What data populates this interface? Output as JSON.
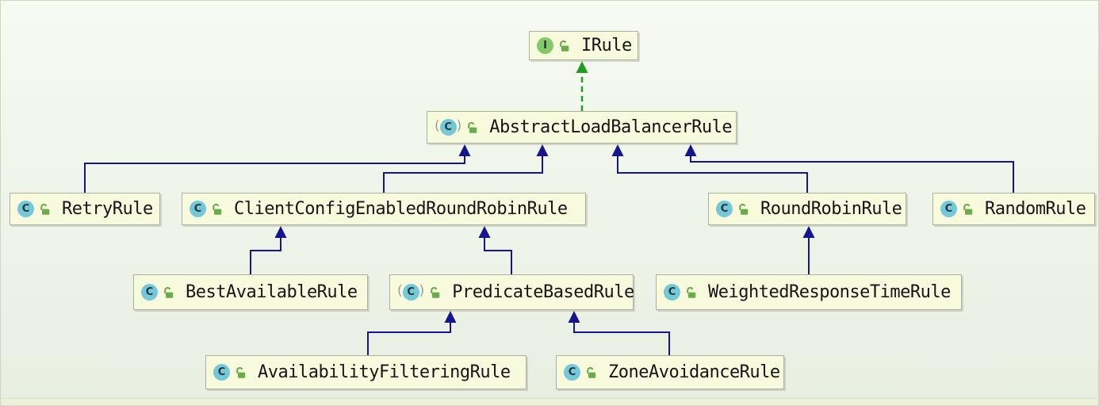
{
  "diagram": {
    "nodes": [
      {
        "id": "IRule",
        "label": "IRule",
        "kind": "interface",
        "modifier_icon": "lock-open"
      },
      {
        "id": "AbstractLoadBalancerRule",
        "label": "AbstractLoadBalancerRule",
        "kind": "abstract-class",
        "modifier_icon": "lock-open"
      },
      {
        "id": "RetryRule",
        "label": "RetryRule",
        "kind": "class",
        "modifier_icon": "lock-open"
      },
      {
        "id": "ClientConfigEnabledRoundRobinRule",
        "label": "ClientConfigEnabledRoundRobinRule",
        "kind": "class",
        "modifier_icon": "lock-open"
      },
      {
        "id": "RoundRobinRule",
        "label": "RoundRobinRule",
        "kind": "class",
        "modifier_icon": "lock-open"
      },
      {
        "id": "RandomRule",
        "label": "RandomRule",
        "kind": "class",
        "modifier_icon": "lock-open"
      },
      {
        "id": "BestAvailableRule",
        "label": "BestAvailableRule",
        "kind": "class",
        "modifier_icon": "lock-open"
      },
      {
        "id": "PredicateBasedRule",
        "label": "PredicateBasedRule",
        "kind": "abstract-class",
        "modifier_icon": "lock-open"
      },
      {
        "id": "WeightedResponseTimeRule",
        "label": "WeightedResponseTimeRule",
        "kind": "class",
        "modifier_icon": "lock-open"
      },
      {
        "id": "AvailabilityFilteringRule",
        "label": "AvailabilityFilteringRule",
        "kind": "class",
        "modifier_icon": "lock-open"
      },
      {
        "id": "ZoneAvoidanceRule",
        "label": "ZoneAvoidanceRule",
        "kind": "class",
        "modifier_icon": "lock-open"
      }
    ],
    "edges": [
      {
        "from": "AbstractLoadBalancerRule",
        "to": "IRule",
        "type": "implements"
      },
      {
        "from": "RetryRule",
        "to": "AbstractLoadBalancerRule",
        "type": "extends"
      },
      {
        "from": "ClientConfigEnabledRoundRobinRule",
        "to": "AbstractLoadBalancerRule",
        "type": "extends"
      },
      {
        "from": "RoundRobinRule",
        "to": "AbstractLoadBalancerRule",
        "type": "extends"
      },
      {
        "from": "RandomRule",
        "to": "AbstractLoadBalancerRule",
        "type": "extends"
      },
      {
        "from": "BestAvailableRule",
        "to": "ClientConfigEnabledRoundRobinRule",
        "type": "extends"
      },
      {
        "from": "PredicateBasedRule",
        "to": "ClientConfigEnabledRoundRobinRule",
        "type": "extends"
      },
      {
        "from": "WeightedResponseTimeRule",
        "to": "RoundRobinRule",
        "type": "extends"
      },
      {
        "from": "AvailabilityFilteringRule",
        "to": "PredicateBasedRule",
        "type": "extends"
      },
      {
        "from": "ZoneAvoidanceRule",
        "to": "PredicateBasedRule",
        "type": "extends"
      }
    ],
    "icon_letters": {
      "class": "C",
      "interface": "I"
    },
    "colors": {
      "extends_arrow": "#15158f",
      "implements_arrow": "#229c22",
      "node_fill": "#f8fade",
      "node_border": "#aeb19b",
      "class_icon_bg": "#74c8d8",
      "interface_icon_bg": "#84c966",
      "lock_icon": "#6cab4c",
      "label_color": "#161616"
    }
  }
}
